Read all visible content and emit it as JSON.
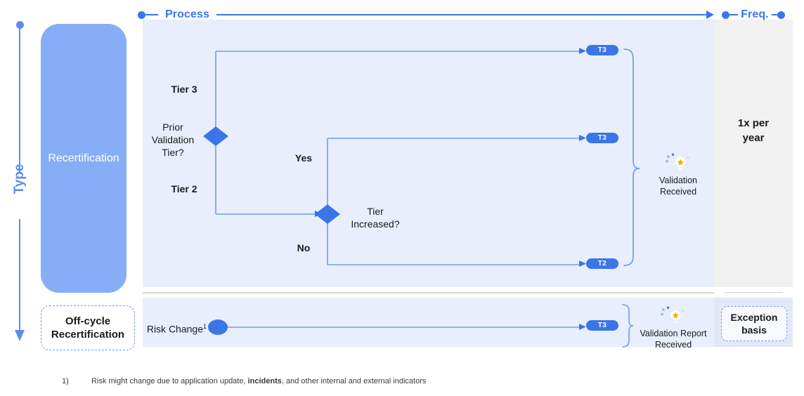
{
  "axes": {
    "process_label": "Process",
    "freq_label": "Freq.",
    "type_label": "Type"
  },
  "type_column": {
    "recertification_label": "Recertification",
    "offcycle_label": "Off-cycle\nRecertification"
  },
  "flow": {
    "decision_1": {
      "question": "Prior\nValidation\nTier?",
      "branch_up": "Tier 3",
      "branch_down": "Tier 2"
    },
    "decision_2": {
      "question": "Tier\nIncreased?",
      "branch_up": "Yes",
      "branch_down": "No"
    },
    "badges": {
      "tier3_top": "T3",
      "tier3_mid": "T3",
      "tier2_bottom": "T2",
      "tier3_offcycle": "T3"
    },
    "outcome_main": "Validation\nReceived",
    "outcome_offcycle": "Validation Report\nReceived",
    "offcycle_start": "Risk Change",
    "offcycle_start_superscript": "1"
  },
  "frequency": {
    "main": "1x per\nyear",
    "offcycle": "Exception\nbasis"
  },
  "footnote": {
    "number": "1)",
    "text_before": "Risk might change due to application update, ",
    "text_bold": "incidents",
    "text_after": ", and other internal and external indicators"
  },
  "colors": {
    "accent_blue": "#3b76e8",
    "light_blue": "#5b8def",
    "card_blue": "#87adf7",
    "panel_bg": "#e8eefc",
    "freq_bg": "#f1f1f1",
    "connector": "#6f9cf2"
  }
}
